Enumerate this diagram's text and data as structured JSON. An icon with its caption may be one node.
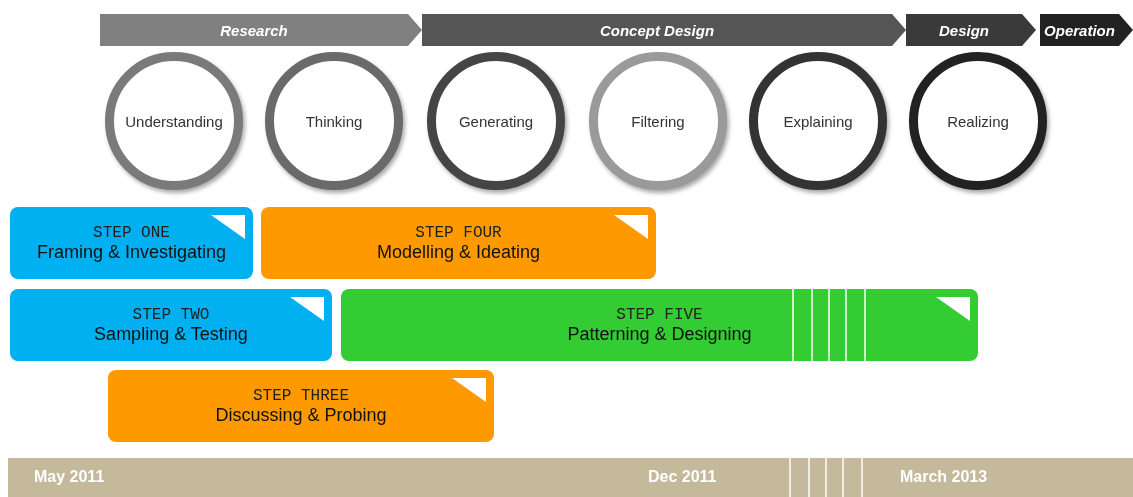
{
  "diagram": {
    "nodes": [
      {
        "text": [
          "Research"
        ]
      },
      {
        "text": [
          "Concept Design"
        ]
      },
      {
        "text": [
          "Design"
        ]
      },
      {
        "text": [
          "Operation"
        ]
      },
      {
        "text": [
          "Understanding"
        ]
      },
      {
        "text": [
          "Thinking"
        ]
      },
      {
        "text": [
          "Generating"
        ]
      },
      {
        "text": [
          "Filtering"
        ]
      },
      {
        "text": [
          "Explaining"
        ]
      },
      {
        "text": [
          "Realizing"
        ]
      },
      {
        "text": [
          "STEP ONE",
          "Framing & Investigating"
        ]
      },
      {
        "text": [
          "STEP FOUR",
          "Modelling & Ideating"
        ]
      },
      {
        "text": [
          "STEP TWO",
          "Sampling & Testing"
        ]
      },
      {
        "text": [
          "STEP FIVE",
          "Patterning & Designing"
        ]
      },
      {
        "text": [
          "STEP THREE",
          "Discussing & Probing"
        ]
      }
    ],
    "labels": [
      "May 2011",
      "Dec 2011",
      "March 2013"
    ]
  }
}
